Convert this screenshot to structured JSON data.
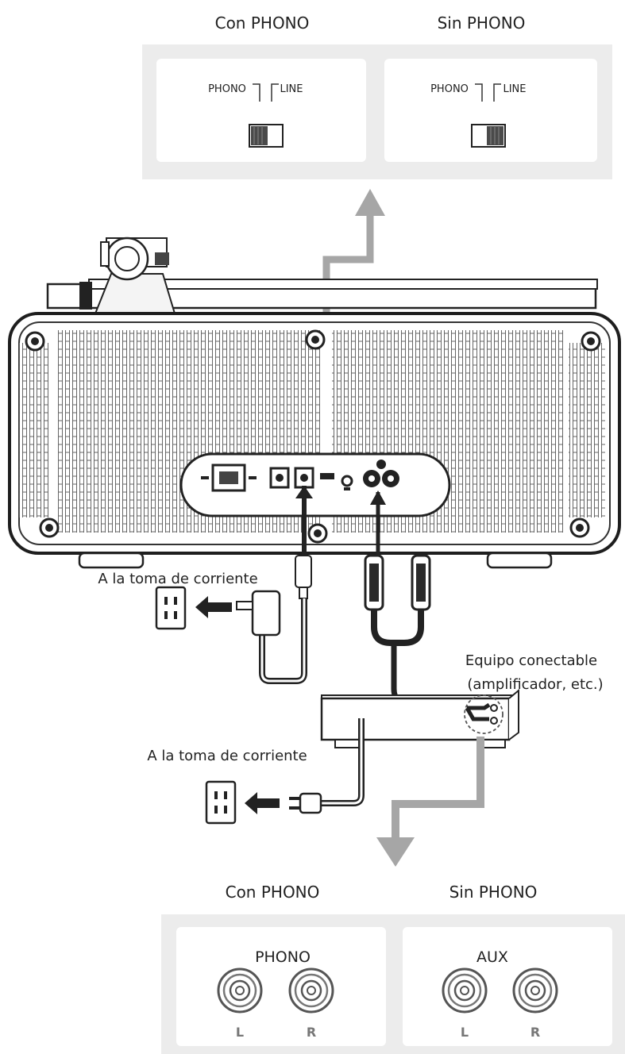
{
  "top_panel": {
    "with_phono_title": "Con PHONO",
    "without_phono_title": "Sin PHONO",
    "switch_phono_label": "PHONO",
    "switch_line_label": "LINE"
  },
  "power": {
    "outlet_label_1": "A la toma de corriente",
    "outlet_label_2": "A la toma de corriente"
  },
  "device": {
    "label_line1": "Equipo conectable",
    "label_line2": "(amplificador, etc.)"
  },
  "bottom_panel": {
    "with_phono_title": "Con PHONO",
    "without_phono_title": "Sin PHONO",
    "phono_input_label": "PHONO",
    "aux_input_label": "AUX",
    "left_label": "L",
    "right_label": "R"
  },
  "colors": {
    "panel_bg": "#ececec",
    "arrow_gray": "#a6a6a6",
    "cable_dark": "#2a2a2a",
    "outline": "#1e1e1e"
  }
}
